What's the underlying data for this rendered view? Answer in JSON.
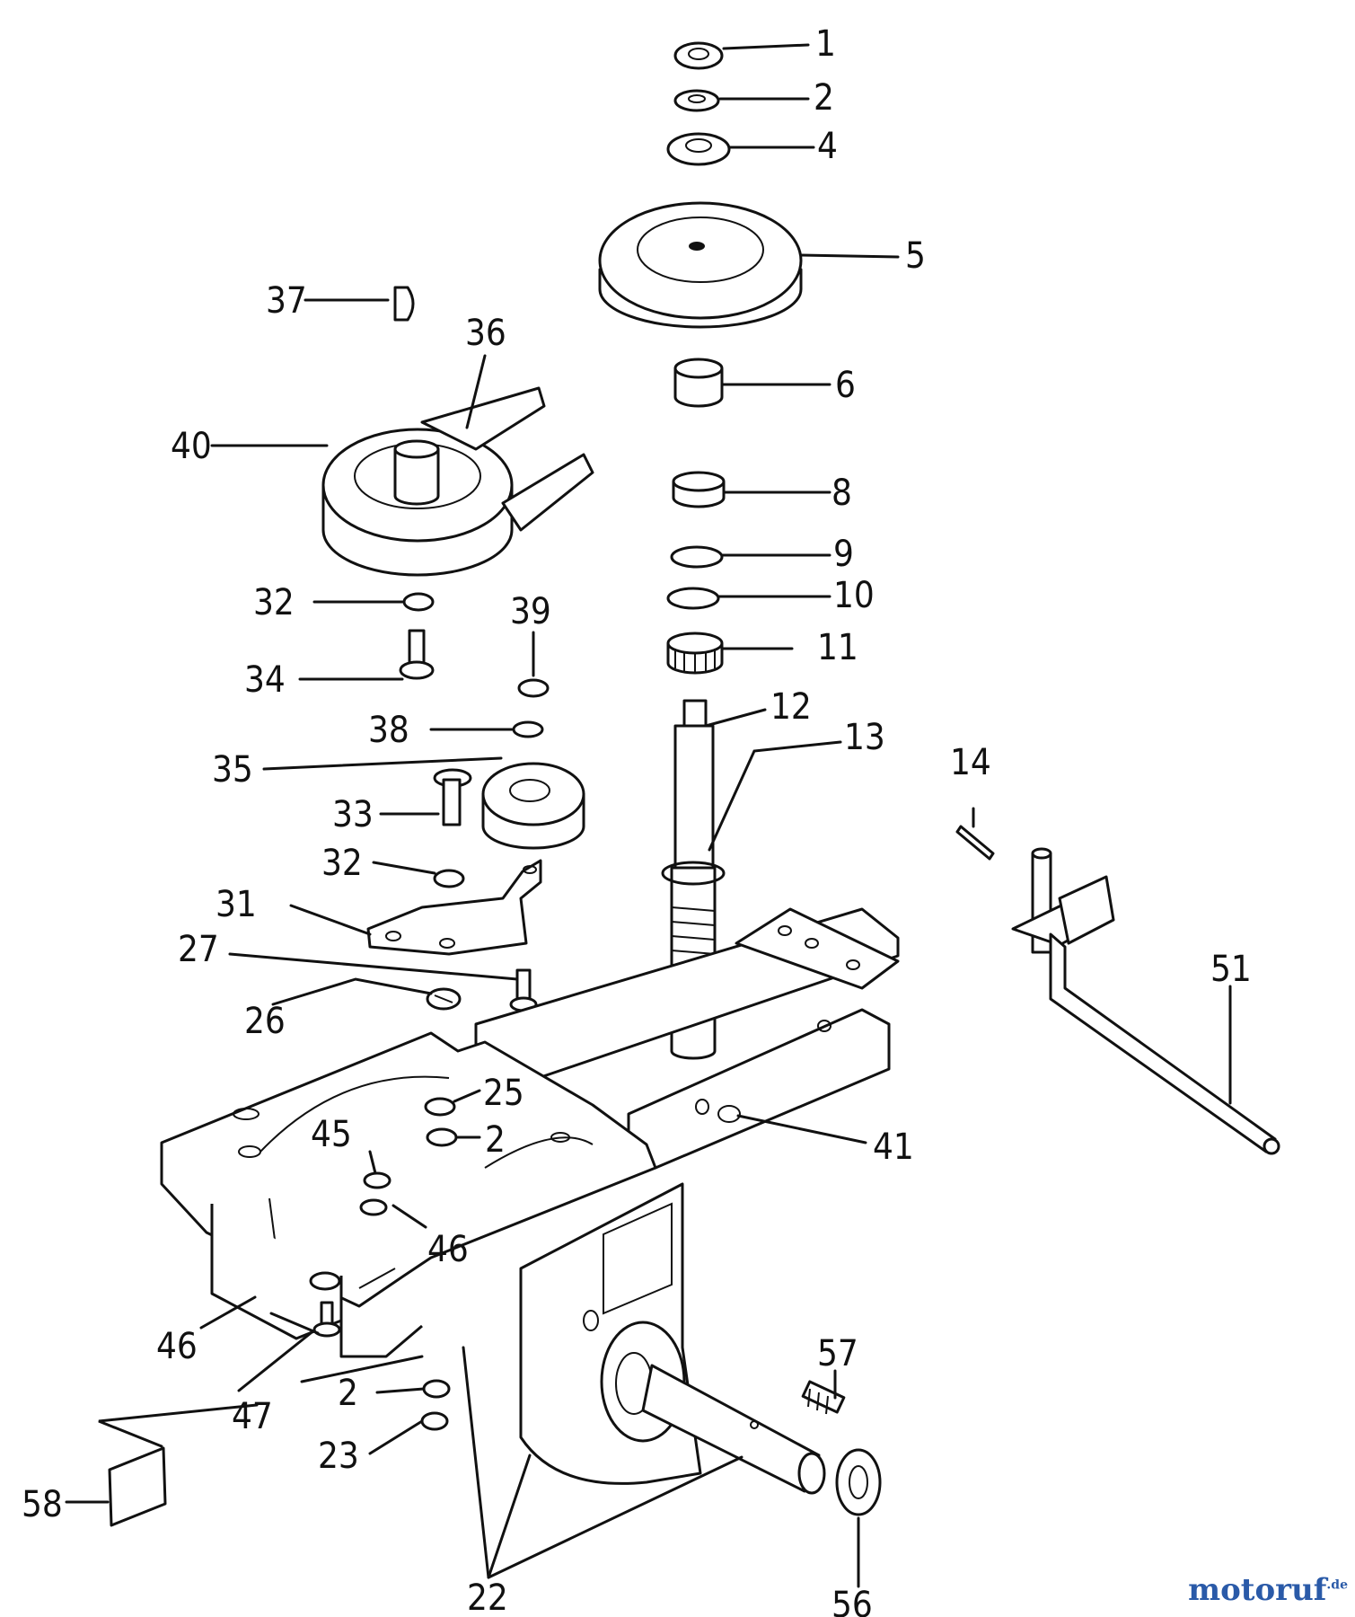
{
  "diagram": {
    "callouts": [
      "1",
      "2",
      "4",
      "5",
      "6",
      "8",
      "9",
      "10",
      "11",
      "12",
      "13",
      "14",
      "22",
      "23",
      "25",
      "26",
      "27",
      "31",
      "32",
      "33",
      "34",
      "35",
      "36",
      "37",
      "38",
      "39",
      "40",
      "41",
      "45",
      "46",
      "47",
      "51",
      "56",
      "57",
      "58"
    ]
  },
  "watermark": {
    "main": "motoruf",
    "suffix": ".de"
  }
}
